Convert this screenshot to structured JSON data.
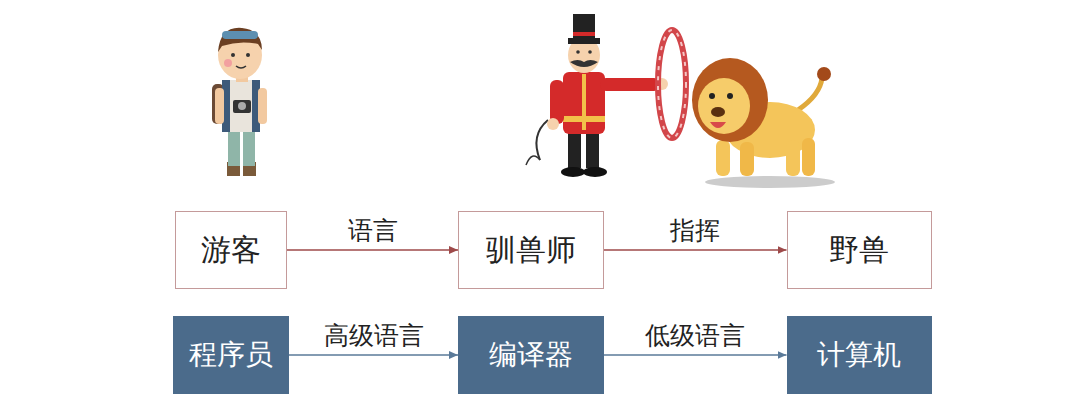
{
  "diagram": {
    "nodes": [
      {
        "text": [
          "游客"
        ]
      },
      {
        "text": [
          "驯兽师"
        ]
      },
      {
        "text": [
          "野兽"
        ]
      },
      {
        "text": [
          "程序员"
        ]
      },
      {
        "text": [
          "编译器"
        ]
      },
      {
        "text": [
          "计算机"
        ]
      }
    ],
    "edges": [
      {
        "from": 0,
        "to": 1,
        "label": "语言",
        "arrow": "to"
      },
      {
        "from": 1,
        "to": 2,
        "label": "指挥",
        "arrow": "to"
      },
      {
        "from": 3,
        "to": 4,
        "label": "高级语言",
        "arrow": "to"
      },
      {
        "from": 4,
        "to": 5,
        "label": "低级语言",
        "arrow": "to"
      }
    ]
  }
}
